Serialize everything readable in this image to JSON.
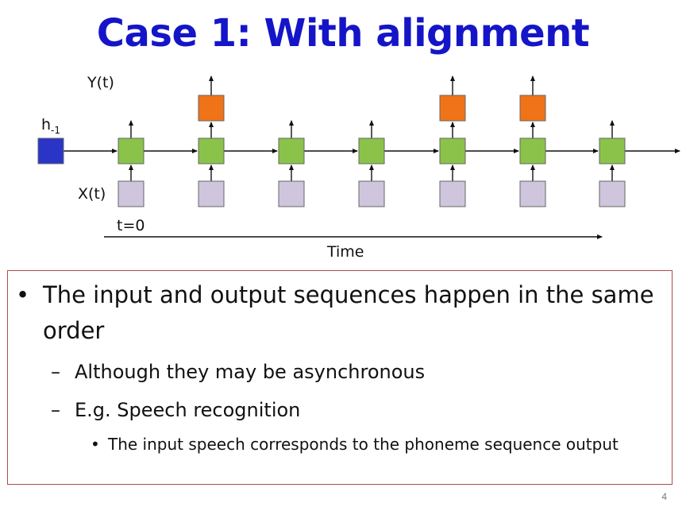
{
  "slide": {
    "title": "Case 1: With alignment",
    "page_number": "4"
  },
  "diagram": {
    "labels": {
      "output": "Y(t)",
      "input": "X(t)",
      "initial_state": "h",
      "initial_state_sub": "-1",
      "start_time": "t=0",
      "time_axis": "Time"
    },
    "timesteps": 7,
    "output_at_steps": [
      1,
      4,
      5
    ],
    "colors": {
      "hidden": "#8bc34a",
      "initial": "#2a35c8",
      "input": "#cfc6de",
      "output": "#f07318"
    }
  },
  "bullets": {
    "main_line1": "The input and output sequences happen in the same",
    "main_line2": "order",
    "sub1": "Although they may be asynchronous",
    "sub2": "E.g.  Speech recognition",
    "subsub1": "The input speech corresponds to the phoneme sequence output",
    "bullet_char": "•",
    "dash_char": "–"
  }
}
